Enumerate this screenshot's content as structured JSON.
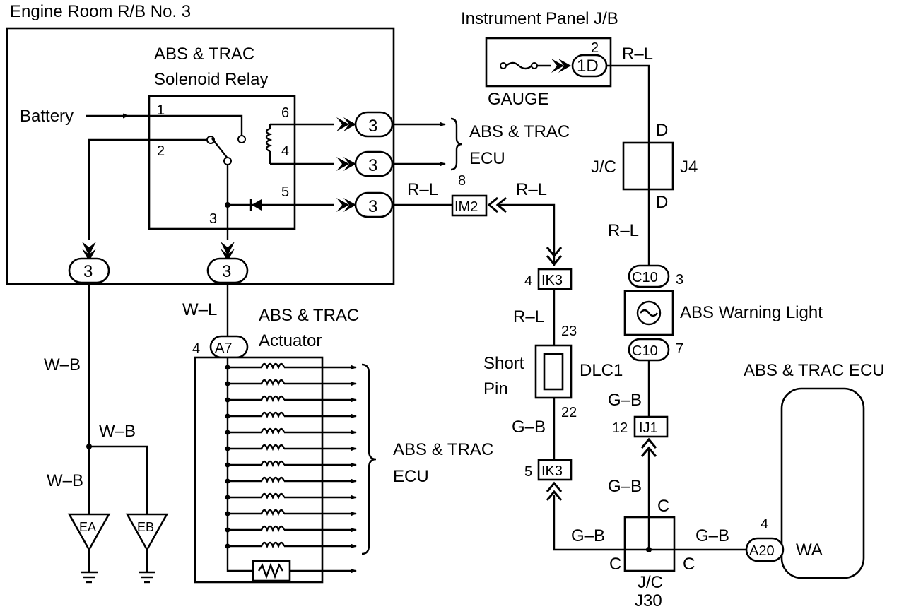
{
  "colors": {
    "ink": "#000000",
    "paper": "#ffffff"
  },
  "engine_room": {
    "title": "Engine Room R/B No. 3",
    "relay_title_1": "ABS & TRAC",
    "relay_title_2": "Solenoid Relay",
    "battery": "Battery",
    "pin1": "1",
    "pin2": "2",
    "pin3": "3",
    "pin4": "4",
    "pin5": "5",
    "pin6": "6",
    "conn_label": "3"
  },
  "abs_ecu_top": {
    "line1": "ABS & TRAC",
    "line2": "ECU"
  },
  "instrument_panel": {
    "title": "Instrument Panel J/B",
    "gauge": "GAUGE",
    "pin": "2",
    "connector": "1D"
  },
  "jc_j4": {
    "name": "J/C",
    "id": "J4",
    "pin_top": "D",
    "pin_bottom": "D"
  },
  "wires": {
    "r_l": "R–L",
    "w_l": "W–L",
    "w_b": "W–B",
    "g_b": "G–B"
  },
  "connectors": {
    "im2": "IM2",
    "im2_pin": "8",
    "ik3_top": "IK3",
    "ik3_top_pin": "4",
    "ik3_bottom": "IK3",
    "ik3_bottom_pin": "5",
    "ij1": "IJ1",
    "ij1_pin": "12",
    "c10": "C10",
    "c10_top_pin": "3",
    "c10_bottom_pin": "7",
    "a7": "A7",
    "a7_pin": "4",
    "a20": "A20",
    "a20_pin": "4"
  },
  "dlc": {
    "name": "DLC1",
    "short_1": "Short",
    "short_2": "Pin",
    "pin_top": "23",
    "pin_bottom": "22"
  },
  "warning_light": "ABS Warning Light",
  "actuator": {
    "line1": "ABS & TRAC",
    "line2": "Actuator"
  },
  "abs_ecu_mid": {
    "line1": "ABS & TRAC",
    "line2": "ECU"
  },
  "abs_ecu_right": {
    "title": "ABS & TRAC ECU",
    "terminal": "WA"
  },
  "jc_j30": {
    "name": "J/C",
    "id": "J30",
    "pin_top": "C",
    "pin_left": "C",
    "pin_right": "C"
  },
  "grounds": {
    "ea": "EA",
    "eb": "EB"
  }
}
